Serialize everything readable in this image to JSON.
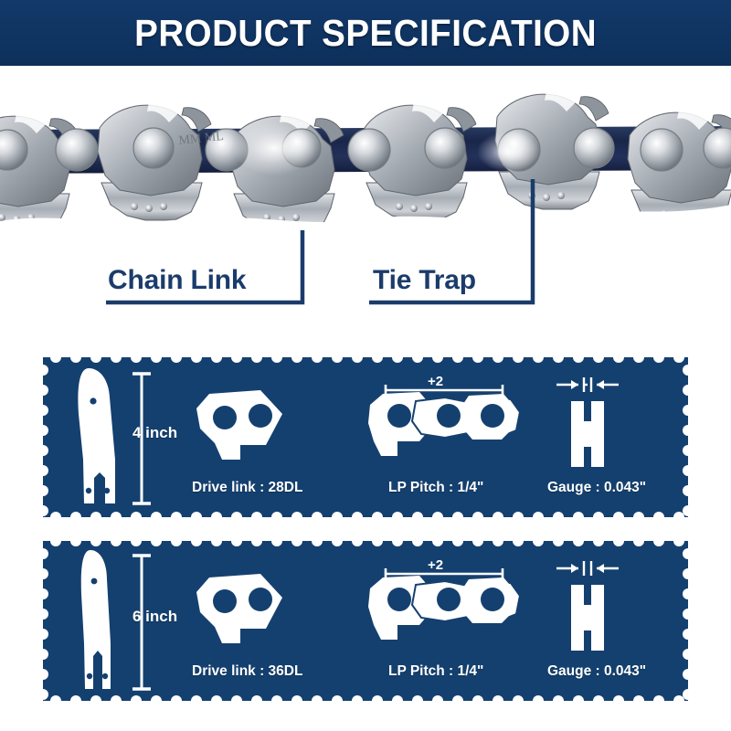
{
  "header": {
    "title": "PRODUCT SPECIFICATION",
    "background_color": "#123867",
    "text_color": "#ffffff"
  },
  "product_image": {
    "name": "saw-chain-photo",
    "description": "Close-up photograph of a chainsaw chain showing silver cutter links, blue tie straps and rivets"
  },
  "callouts": [
    {
      "label": "Chain Link",
      "color": "#1b3c6b"
    },
    {
      "label": "Tie Trap",
      "color": "#1b3c6b"
    }
  ],
  "panels": [
    {
      "id": "panel-1",
      "bar_length": "4 inch",
      "background_color": "#14406f",
      "specs": [
        {
          "icon": "drive-link-icon",
          "caption": "Drive link : 28DL"
        },
        {
          "icon": "pitch-links-icon",
          "caption": "LP Pitch : 1/4\"",
          "dimension": "+2"
        },
        {
          "icon": "gauge-groove-icon",
          "caption": "Gauge : 0.043\""
        }
      ]
    },
    {
      "id": "panel-2",
      "bar_length": "6 inch",
      "background_color": "#14406f",
      "specs": [
        {
          "icon": "drive-link-icon",
          "caption": "Drive link : 36DL"
        },
        {
          "icon": "pitch-links-icon",
          "caption": "LP Pitch : 1/4\"",
          "dimension": "+2"
        },
        {
          "icon": "gauge-groove-icon",
          "caption": "Gauge : 0.043\""
        }
      ]
    }
  ]
}
